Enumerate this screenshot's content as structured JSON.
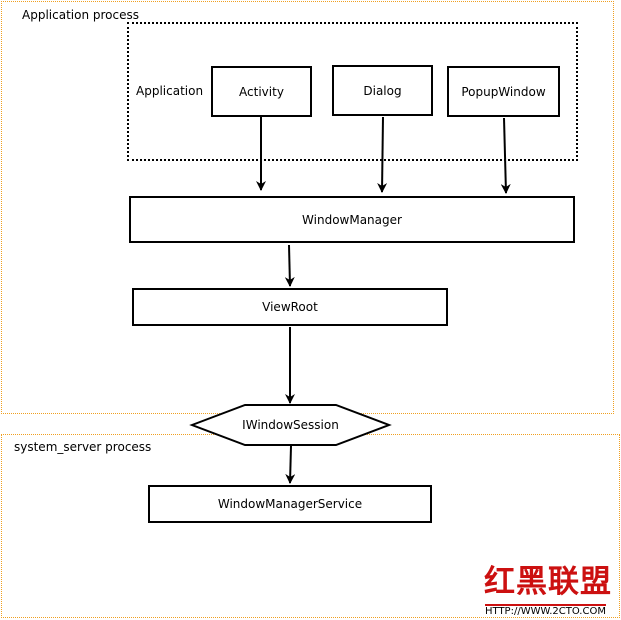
{
  "regions": {
    "app_process": "Application process",
    "system_server_process": "system_server process"
  },
  "app_group": {
    "label": "Application"
  },
  "nodes": {
    "activity": "Activity",
    "dialog": "Dialog",
    "popup_window": "PopupWindow",
    "window_manager": "WindowManager",
    "view_root": "ViewRoot",
    "iwindow_session": "IWindowSession",
    "window_manager_service": "WindowManagerService"
  },
  "watermark": {
    "brand": "红黑联盟",
    "url": "HTTP://WWW.2CTO.COM"
  },
  "colors": {
    "region_border": "#f0a020",
    "watermark_red": "#cc1010"
  }
}
